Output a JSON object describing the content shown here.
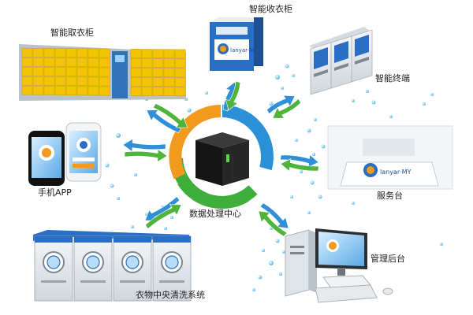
{
  "center": {
    "label": "数据处理中心"
  },
  "nodes": {
    "pickup_locker": {
      "label": "智能取衣柜"
    },
    "collect_cabinet": {
      "label": "智能收衣柜"
    },
    "terminal": {
      "label": "智能终端"
    },
    "mobile_app": {
      "label": "手机APP"
    },
    "service_desk": {
      "label": "服务台"
    },
    "laundry_system": {
      "label": "衣物中央清洗系统"
    },
    "admin_backend": {
      "label": "管理后台"
    }
  },
  "brand": {
    "logo_text": "lanyar·ΜΥ"
  },
  "colors": {
    "arrow_blue": "#2f8fd8",
    "arrow_green": "#4fb43a",
    "ring_blue": "#2a90d8",
    "ring_green": "#3fae3a",
    "ring_orange": "#f29a1e",
    "locker_yellow": "#f5c400",
    "dot_blue": "#8fd0ef"
  },
  "icons": {
    "server": "server-cube-icon",
    "cabinet": "cabinet-icon",
    "kiosk": "kiosk-icon",
    "phone": "smartphone-icon",
    "desk": "service-desk-icon",
    "washer": "washing-machine-icon",
    "computer": "desktop-computer-icon"
  }
}
